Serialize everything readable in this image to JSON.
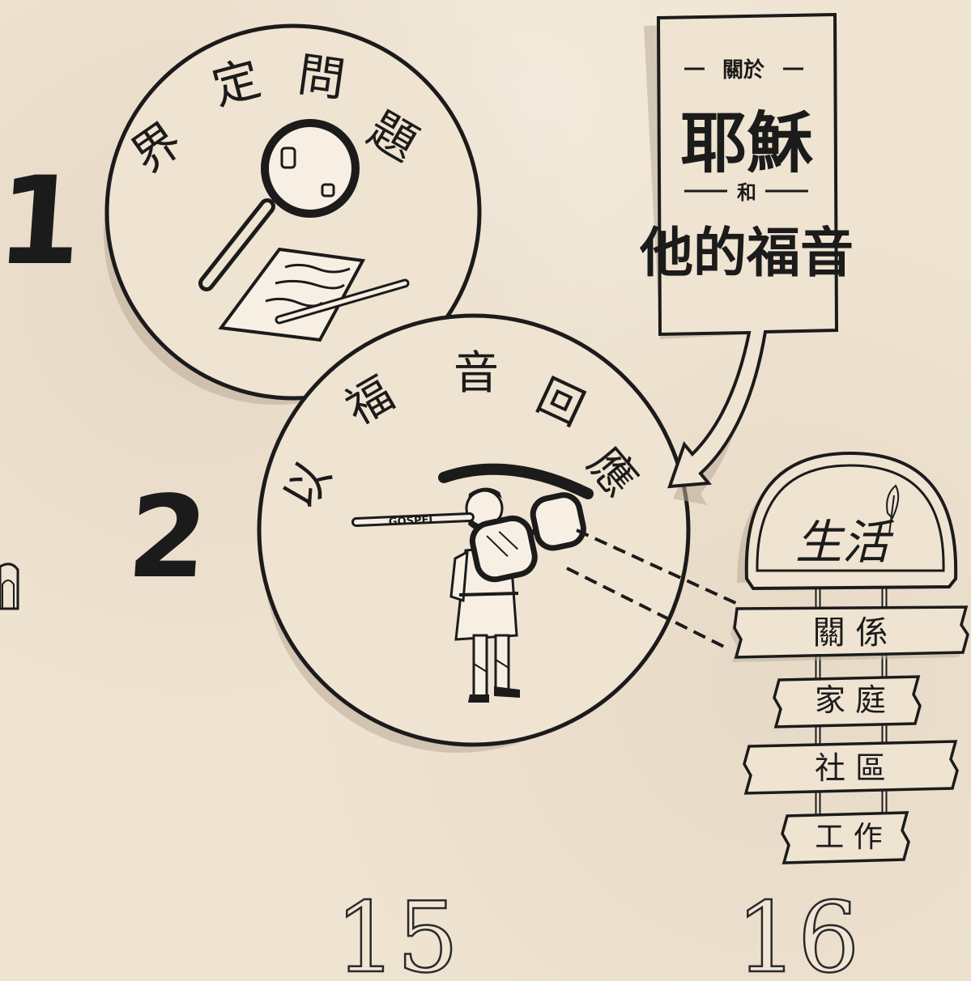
{
  "step1": {
    "number": "1",
    "title_chars": [
      "界",
      "定",
      "問",
      "題"
    ]
  },
  "step2": {
    "number": "2",
    "title_chars": [
      "以",
      "福",
      "音",
      "回",
      "應"
    ]
  },
  "callout": {
    "small_top": "關於",
    "big1": "耶穌",
    "small_mid": "和",
    "big2": "他的福音"
  },
  "sign": {
    "arch_label": "生活",
    "boards": [
      "關 係",
      "家 庭",
      "社 區",
      "工 作"
    ]
  },
  "glasses_label": "GOSPEL",
  "page_numbers": [
    "15",
    "16"
  ],
  "colors": {
    "paper": "#efe3d1",
    "ink": "#1b1b1b",
    "circle_fill": "#efe3d1",
    "shadow": "#b9ab97"
  }
}
